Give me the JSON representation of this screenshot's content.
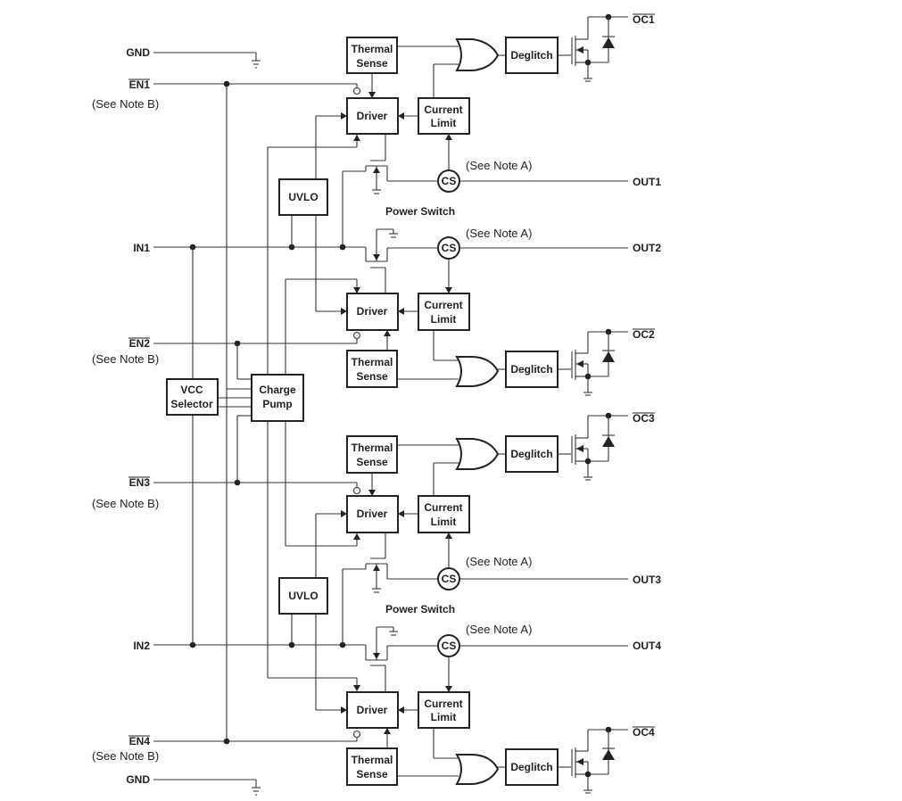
{
  "pins": {
    "gnd": "GND",
    "en1": "EN1",
    "en2": "EN2",
    "en3": "EN3",
    "en4": "EN4",
    "in1": "IN1",
    "in2": "IN2",
    "out1": "OUT1",
    "out2": "OUT2",
    "out3": "OUT3",
    "out4": "OUT4",
    "oc1": "OC1",
    "oc2": "OC2",
    "oc3": "OC3",
    "oc4": "OC4"
  },
  "notes": {
    "note_a": "(See Note A)",
    "note_b": "(See Note B)"
  },
  "blocks": {
    "thermal_1": "Thermal",
    "thermal_2": "Sense",
    "driver": "Driver",
    "current_1": "Current",
    "current_2": "Limit",
    "deglitch": "Deglitch",
    "uvlo": "UVLO",
    "vcc_1": "VCC",
    "vcc_2": "Selector",
    "charge_1": "Charge",
    "charge_2": "Pump",
    "cs": "CS",
    "power_switch": "Power Switch"
  }
}
